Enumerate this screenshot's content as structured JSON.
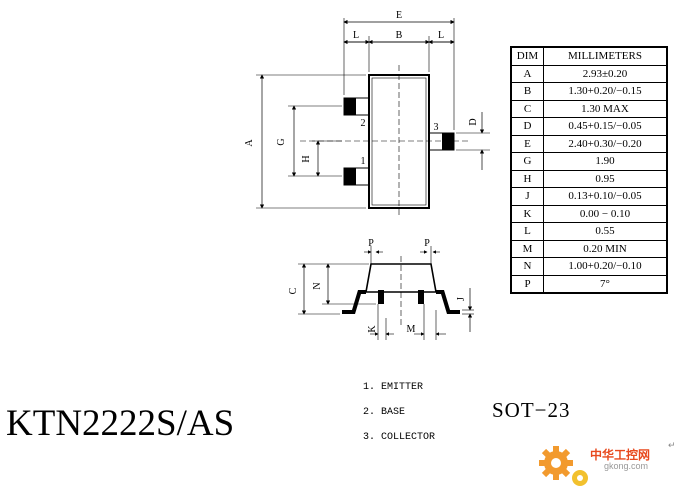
{
  "drawing": {
    "labels": {
      "E": "E",
      "L_left": "L",
      "B": "B",
      "L_right": "L",
      "A": "A",
      "G": "G",
      "H": "H",
      "D": "D",
      "pin1": "1",
      "pin2": "2",
      "pin3": "3",
      "P_left": "P",
      "P_right": "P",
      "C": "C",
      "N": "N",
      "J": "J",
      "K": "K",
      "M": "M"
    }
  },
  "table": {
    "headers": [
      "DIM",
      "MILLIMETERS"
    ],
    "rows": [
      {
        "dim": "A",
        "mm": "2.93±0.20"
      },
      {
        "dim": "B",
        "mm": "1.30+0.20/−0.15"
      },
      {
        "dim": "C",
        "mm": "1.30  MAX"
      },
      {
        "dim": "D",
        "mm": "0.45+0.15/−0.05"
      },
      {
        "dim": "E",
        "mm": "2.40+0.30/−0.20"
      },
      {
        "dim": "G",
        "mm": "1.90"
      },
      {
        "dim": "H",
        "mm": "0.95"
      },
      {
        "dim": "J",
        "mm": "0.13+0.10/−0.05"
      },
      {
        "dim": "K",
        "mm": "0.00  −  0.10"
      },
      {
        "dim": "L",
        "mm": "0.55"
      },
      {
        "dim": "M",
        "mm": "0.20  MIN"
      },
      {
        "dim": "N",
        "mm": "1.00+0.20/−0.10"
      },
      {
        "dim": "P",
        "mm": "7°"
      }
    ]
  },
  "pins": [
    "1.  EMITTER",
    "2.  BASE",
    "3.  COLLECTOR"
  ],
  "part_number": "KTN2222S/AS",
  "package": "SOT−23",
  "watermark": {
    "text": "中华工控网",
    "url": "gkong.com",
    "icon": "gear-icon",
    "color": "#e8491d"
  }
}
